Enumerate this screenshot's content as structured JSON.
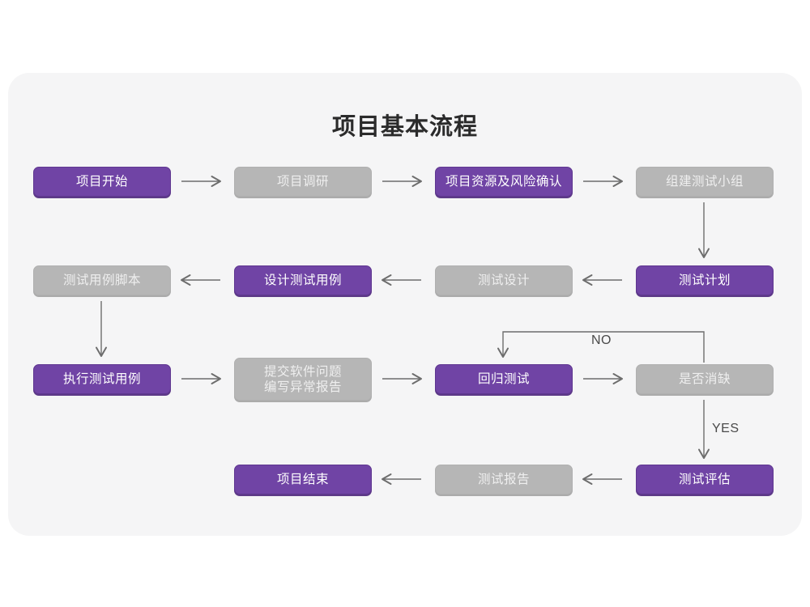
{
  "page": {
    "title": "项目基本流程",
    "background": "#ffffff",
    "card_background": "#f5f5f6"
  },
  "colors": {
    "purple": "#7044a5",
    "purple_border": "#5f3790",
    "gray": "#b6b6b6",
    "gray_text": "#efefef",
    "arrow": "#6d6d6d",
    "title_text": "#2b2b2b",
    "edge_label_text": "#4a4a4a"
  },
  "chart_data": {
    "type": "diagram",
    "title": "项目基本流程",
    "nodes": [
      {
        "id": "n1",
        "label": "项目开始",
        "style": "purple",
        "row": 1,
        "col": 1
      },
      {
        "id": "n2",
        "label": "项目调研",
        "style": "gray",
        "row": 1,
        "col": 2
      },
      {
        "id": "n3",
        "label": "项目资源及风险确认",
        "style": "purple",
        "row": 1,
        "col": 3
      },
      {
        "id": "n4",
        "label": "组建测试小组",
        "style": "gray",
        "row": 1,
        "col": 4
      },
      {
        "id": "n5",
        "label": "测试用例脚本",
        "style": "gray",
        "row": 2,
        "col": 1
      },
      {
        "id": "n6",
        "label": "设计测试用例",
        "style": "purple",
        "row": 2,
        "col": 2
      },
      {
        "id": "n7",
        "label": "测试设计",
        "style": "gray",
        "row": 2,
        "col": 3
      },
      {
        "id": "n8",
        "label": "测试计划",
        "style": "purple",
        "row": 2,
        "col": 4
      },
      {
        "id": "n9",
        "label": "执行测试用例",
        "style": "purple",
        "row": 3,
        "col": 1
      },
      {
        "id": "n10",
        "label": "提交软件问题\n编写异常报告",
        "style": "gray",
        "row": 3,
        "col": 2
      },
      {
        "id": "n11",
        "label": "回归测试",
        "style": "purple",
        "row": 3,
        "col": 3
      },
      {
        "id": "n12",
        "label": "是否消缺",
        "style": "gray",
        "row": 3,
        "col": 4
      },
      {
        "id": "n13",
        "label": "项目结束",
        "style": "purple",
        "row": 4,
        "col": 2
      },
      {
        "id": "n14",
        "label": "测试报告",
        "style": "gray",
        "row": 4,
        "col": 3
      },
      {
        "id": "n15",
        "label": "测试评估",
        "style": "purple",
        "row": 4,
        "col": 4
      }
    ],
    "edges": [
      {
        "from": "n1",
        "to": "n2",
        "direction": "right",
        "label": ""
      },
      {
        "from": "n2",
        "to": "n3",
        "direction": "right",
        "label": ""
      },
      {
        "from": "n3",
        "to": "n4",
        "direction": "right",
        "label": ""
      },
      {
        "from": "n4",
        "to": "n8",
        "direction": "down",
        "label": ""
      },
      {
        "from": "n8",
        "to": "n7",
        "direction": "left",
        "label": ""
      },
      {
        "from": "n7",
        "to": "n6",
        "direction": "left",
        "label": ""
      },
      {
        "from": "n6",
        "to": "n5",
        "direction": "left",
        "label": ""
      },
      {
        "from": "n5",
        "to": "n9",
        "direction": "down",
        "label": ""
      },
      {
        "from": "n9",
        "to": "n10",
        "direction": "right",
        "label": ""
      },
      {
        "from": "n10",
        "to": "n11",
        "direction": "right",
        "label": ""
      },
      {
        "from": "n11",
        "to": "n12",
        "direction": "right",
        "label": ""
      },
      {
        "from": "n12",
        "to": "n11",
        "direction": "loop-up-left",
        "label": "NO"
      },
      {
        "from": "n12",
        "to": "n15",
        "direction": "down",
        "label": "YES"
      },
      {
        "from": "n15",
        "to": "n14",
        "direction": "left",
        "label": ""
      },
      {
        "from": "n14",
        "to": "n13",
        "direction": "left",
        "label": ""
      }
    ],
    "edge_labels": {
      "no": "NO",
      "yes": "YES"
    }
  }
}
